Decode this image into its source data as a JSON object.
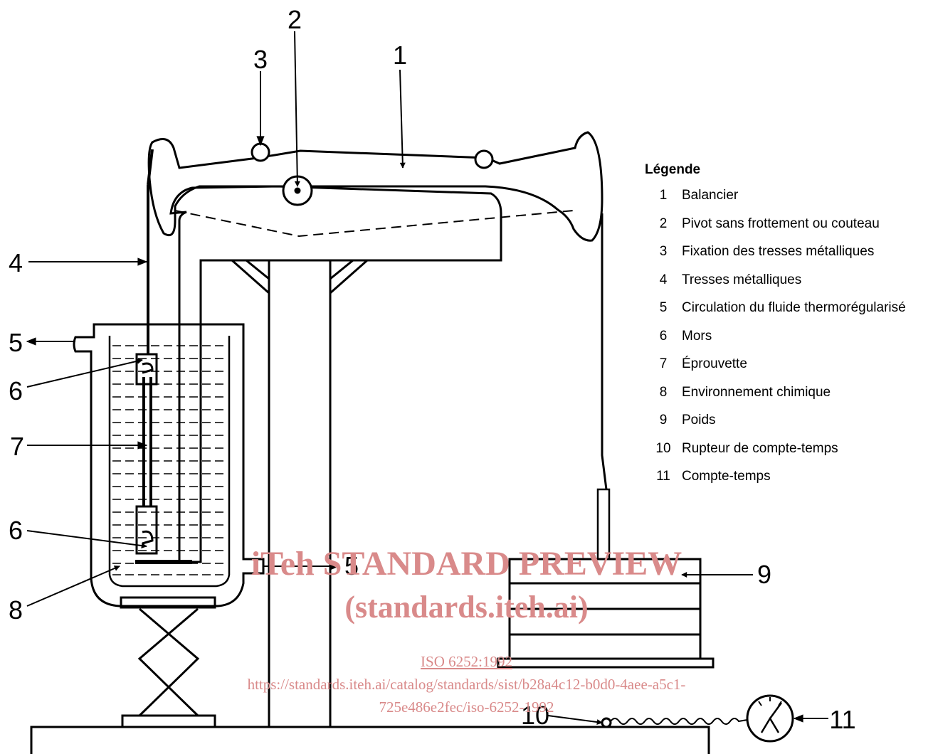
{
  "legend": {
    "title": "Légende",
    "items": [
      {
        "key": "1",
        "label": "Balancier"
      },
      {
        "key": "2",
        "label": "Pivot sans frottement ou couteau"
      },
      {
        "key": "3",
        "label": "Fixation des tresses métalliques"
      },
      {
        "key": "4",
        "label": "Tresses métalliques"
      },
      {
        "key": "5",
        "label": "Circulation du fluide thermorégularisé"
      },
      {
        "key": "6",
        "label": "Mors"
      },
      {
        "key": "7",
        "label": "Éprouvette"
      },
      {
        "key": "8",
        "label": "Environnement chimique"
      },
      {
        "key": "9",
        "label": "Poids"
      },
      {
        "key": "10",
        "label": "Rupteur de compte-temps"
      },
      {
        "key": "11",
        "label": "Compte-temps"
      }
    ]
  },
  "callouts": [
    "1",
    "2",
    "3",
    "4",
    "5",
    "5",
    "6",
    "6",
    "7",
    "8",
    "9",
    "10",
    "11"
  ],
  "watermark": {
    "line1": "iTeh STANDARD PREVIEW",
    "line2": "(standards.iteh.ai)",
    "line3": "ISO 6252:1992",
    "line4": "https://standards.iteh.ai/catalog/standards/sist/b28a4c12-b0d0-4aee-a5c1-",
    "line5": "725e486e2fec/iso-6252-1992",
    "color": "#d98a8a"
  },
  "colors": {
    "line": "#000000",
    "watermark": "#d98a8a"
  }
}
